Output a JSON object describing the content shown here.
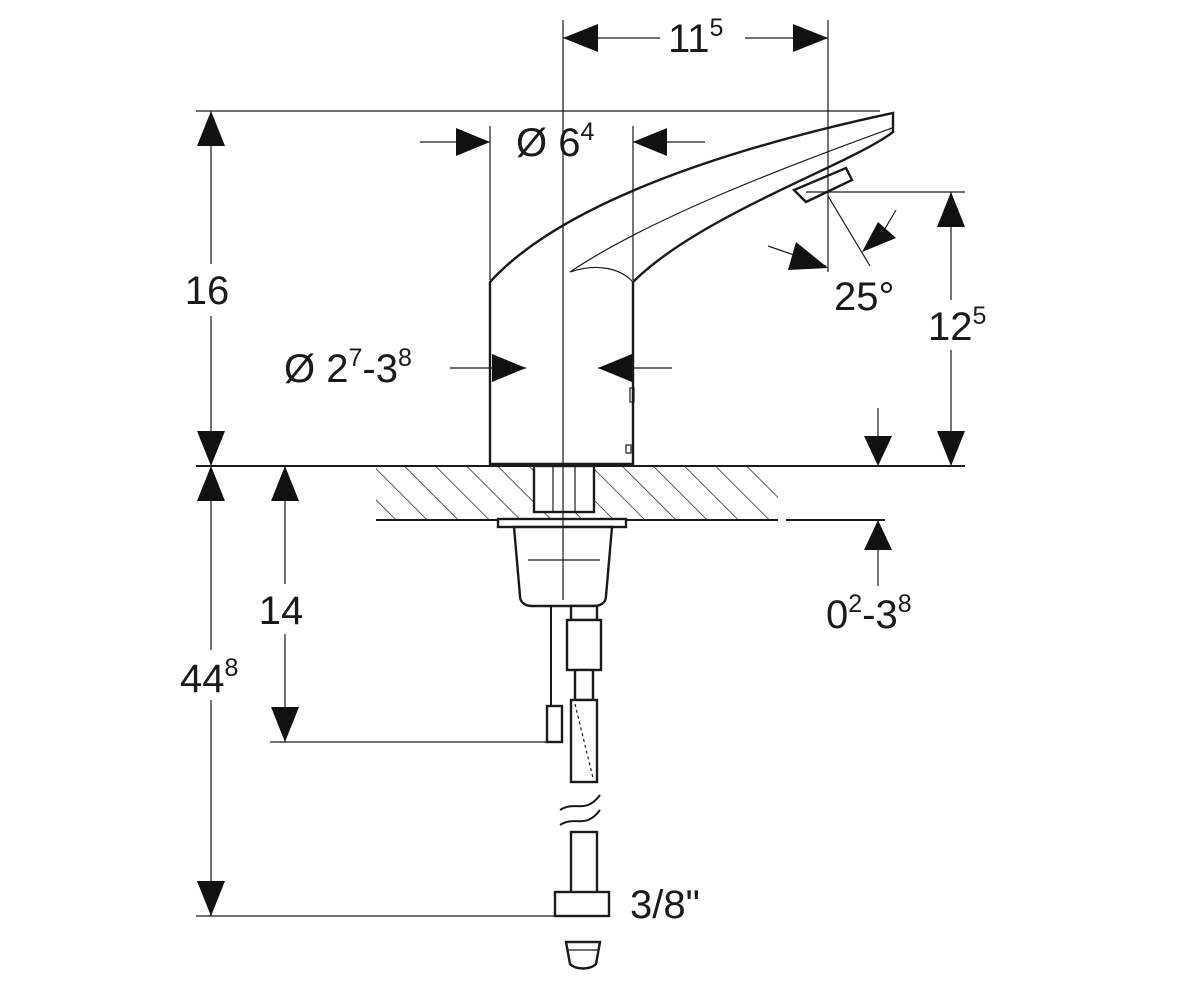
{
  "dimensions": {
    "spout_reach": {
      "base": "11",
      "sup": "5"
    },
    "body_diameter": {
      "prefix": "Ø 6",
      "sup": "4"
    },
    "total_height": {
      "base": "16"
    },
    "hole_diameter": {
      "prefix": "Ø 2",
      "sup1": "7",
      "mid": "-3",
      "sup2": "8"
    },
    "spray_angle": {
      "base": "25°"
    },
    "outlet_height": {
      "base": "12",
      "sup": "5"
    },
    "hose_length": {
      "base": "44",
      "sup": "8"
    },
    "hose_offset": {
      "base": "14"
    },
    "counter_thickness": {
      "base": "0",
      "sup1": "2",
      "mid": "-3",
      "sup2": "8"
    },
    "connection_thread": {
      "base": "3/8\""
    }
  },
  "colors": {
    "line": "#1a1a1a",
    "arrow": "#111111",
    "background": "#ffffff"
  }
}
